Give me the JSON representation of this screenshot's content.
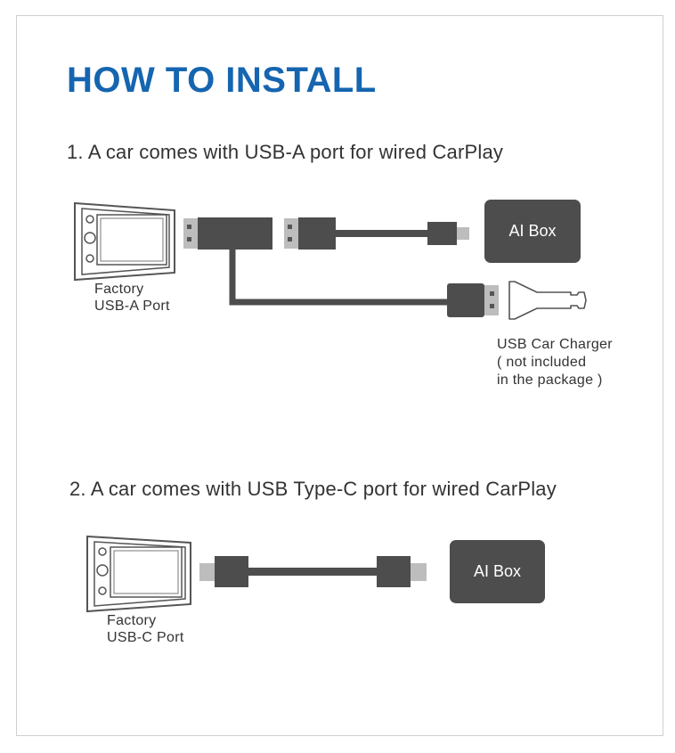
{
  "title": "HOW TO INSTALL",
  "section1": {
    "heading": "1. A car comes with USB-A port for wired CarPlay",
    "port_label": [
      "Factory",
      "USB-A Port"
    ],
    "box_label": "AI Box",
    "charger_label": [
      "USB Car Charger",
      "( not included",
      "in the package )"
    ]
  },
  "section2": {
    "heading": "2. A car comes with USB Type-C port for wired CarPlay",
    "port_label": [
      "Factory",
      "USB-C Port"
    ],
    "box_label": "AI Box"
  },
  "colors": {
    "title": "#1565b0",
    "cable": "#4d4d4d",
    "connector_tip": "#bdbdbd"
  }
}
